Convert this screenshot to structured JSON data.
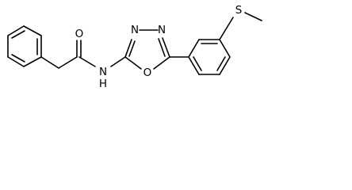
{
  "structure": {
    "atoms": {
      "carbonyl_oxygen": "O",
      "amide_nitrogen": "N",
      "amide_hydrogen": "H",
      "ring_nitrogen_a": "N",
      "ring_nitrogen_b": "N",
      "ring_oxygen": "O",
      "sulfur": "S"
    },
    "colors": {
      "bond": "#000000",
      "label": "#000000",
      "background": "#ffffff"
    }
  }
}
